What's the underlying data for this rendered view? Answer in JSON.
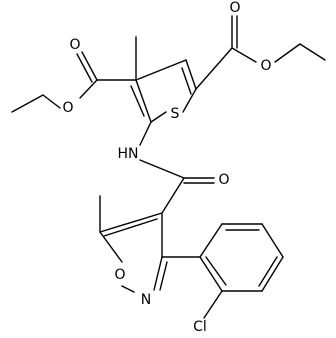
{
  "molecule": {
    "atom_labels": {
      "O_ester_left_carbonyl": "O",
      "O_ester_left_ether": "O",
      "O_ester_right_carbonyl": "O",
      "O_ester_right_ether": "O",
      "S_thiophene": "S",
      "NH_amide": "HN",
      "O_amide": "O",
      "O_isoxazole": "O",
      "N_isoxazole": "N",
      "Cl": "Cl"
    }
  }
}
